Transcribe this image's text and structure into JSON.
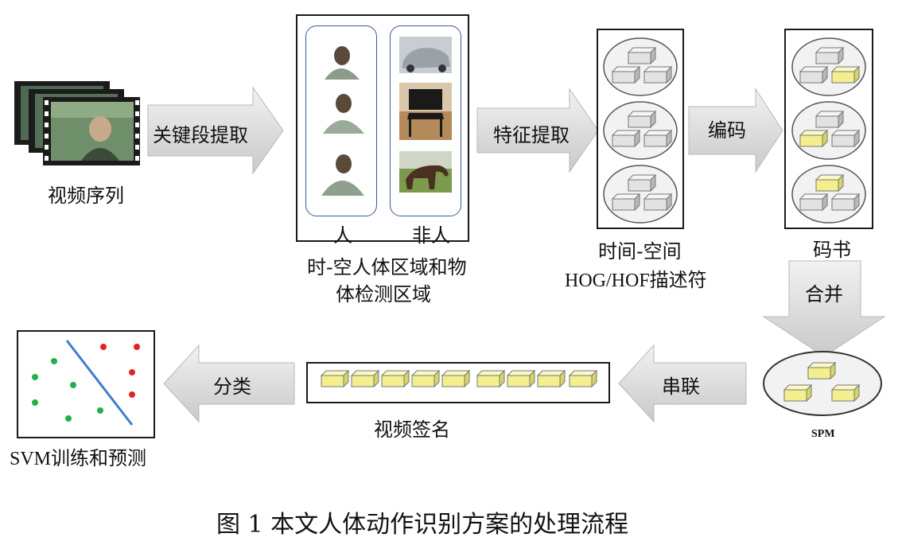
{
  "labels": {
    "video_sequence": "视频序列",
    "key_extract": "关键段提取",
    "person": "人",
    "non_person": "非人",
    "region_line1": "时-空人体区域和物",
    "region_line2": "体检测区域",
    "feature_extract": "特征提取",
    "desc_line1": "时间-空间",
    "desc_line2": "HOG/HOF描述符",
    "encode": "编码",
    "codebook": "码书",
    "merge": "合并",
    "spm": "SPM",
    "concat": "串联",
    "video_signature": "视频签名",
    "classify": "分类",
    "svm": "SVM训练和预测"
  },
  "caption": "图 1  本文人体动作识别方案的处理流程",
  "colors": {
    "arrow_fill": "#dcdcdc",
    "cube_gray": "#e2e2e2",
    "cube_yellow": "#f4ef8e",
    "green_dot": "#22b04a",
    "red_dot": "#e02424",
    "divider_line": "#3f7fd0"
  }
}
